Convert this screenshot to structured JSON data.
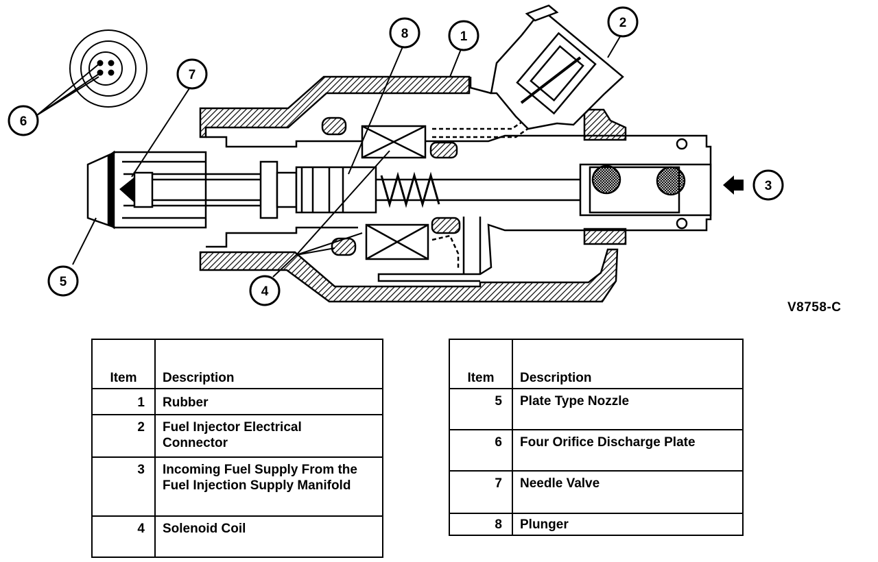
{
  "figure_code": "V8758-C",
  "callouts": [
    "1",
    "2",
    "3",
    "4",
    "5",
    "6",
    "7",
    "8"
  ],
  "legend_left": {
    "header_item": "Item",
    "header_desc": "Description",
    "rows": [
      {
        "item": "1",
        "desc": "Rubber"
      },
      {
        "item": "2",
        "desc": "Fuel Injector Electrical Connector"
      },
      {
        "item": "3",
        "desc": "Incoming Fuel Supply From the Fuel Injection Supply Manifold"
      },
      {
        "item": "4",
        "desc": "Solenoid Coil"
      }
    ]
  },
  "legend_right": {
    "header_item": "Item",
    "header_desc": "Description",
    "rows": [
      {
        "item": "5",
        "desc": "Plate Type Nozzle"
      },
      {
        "item": "6",
        "desc": "Four Orifice Discharge Plate"
      },
      {
        "item": "7",
        "desc": "Needle Valve"
      },
      {
        "item": "8",
        "desc": "Plunger"
      }
    ]
  }
}
